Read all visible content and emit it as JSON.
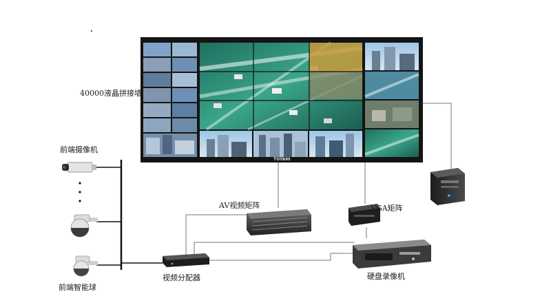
{
  "labels": {
    "video_wall": "40000液晶拼接墙",
    "front_camera": "前端摄像机",
    "front_dome": "前端智能球",
    "av_matrix": "AV视频矩阵",
    "vga_matrix": "VGA矩阵",
    "video_distributor": "视频分配器",
    "dvr": "硬盘录像机",
    "wall_brand": "TOYANI"
  },
  "icons": {
    "video_wall": "lcd-video-wall-icon",
    "box_camera": "box-camera-icon",
    "dome_camera": "ptz-dome-camera-icon",
    "av_matrix": "rack-matrix-switcher-icon",
    "vga_matrix": "vga-matrix-icon",
    "distributor": "video-distributor-icon",
    "dvr": "dvr-rack-unit-icon",
    "pc": "pc-tower-icon"
  },
  "colors": {
    "line": "#666666",
    "bus": "#111111",
    "wall_frame": "#141414",
    "highway_teal": "#2f8f7a",
    "city_blue": "#5b86b3"
  }
}
